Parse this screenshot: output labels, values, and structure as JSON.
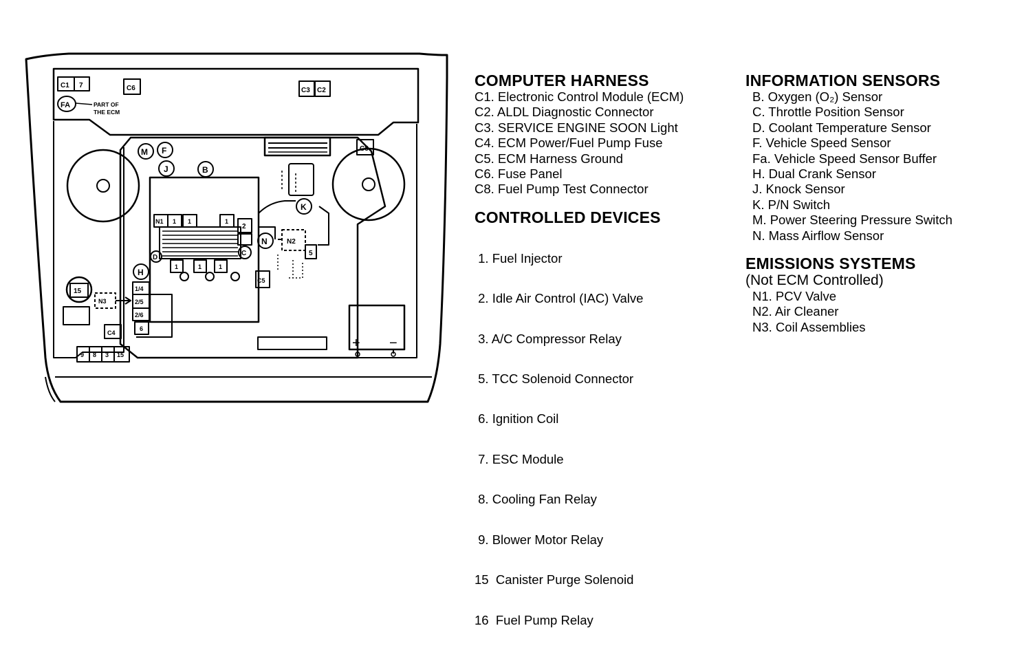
{
  "diagram": {
    "fa_note": [
      "PART OF",
      "THE ECM"
    ],
    "labels": {
      "c1": "C1",
      "c7": "7",
      "c6": "C6",
      "c3": "C3",
      "c2": "C2",
      "fa": "FA",
      "c8": "C8",
      "m": "M",
      "f": "F",
      "j": "J",
      "b": "B",
      "k": "K",
      "n": "N",
      "c": "C",
      "d": "D",
      "h": "H",
      "n1": "N1",
      "n2": "N2",
      "n3": "N3",
      "two": "2",
      "one": "1",
      "five": "5",
      "c5": "C5",
      "r14": "1/4",
      "r25": "2/5",
      "r26": "2/6",
      "six": "6",
      "c4": "C4",
      "fifteen": "15",
      "f9": "9",
      "f8": "8",
      "f3": "3",
      "f15": "15",
      "plus": "+",
      "minus": "−"
    }
  },
  "legend": {
    "computer_harness": {
      "heading": "COMPUTER HARNESS",
      "items": [
        "C1. Electronic Control Module (ECM)",
        "C2. ALDL Diagnostic Connector",
        "C3. SERVICE ENGINE SOON Light",
        "C4. ECM Power/Fuel Pump Fuse",
        "C5. ECM Harness Ground",
        "C6. Fuse Panel",
        "C8. Fuel Pump Test Connector"
      ]
    },
    "controlled_devices": {
      "heading": "CONTROLLED DEVICES",
      "items": [
        " 1. Fuel Injector",
        " 2. Idle Air Control (IAC) Valve",
        " 3. A/C Compressor Relay",
        " 5. TCC Solenoid Connector",
        " 6. Ignition Coil",
        " 7. ESC Module",
        " 8. Cooling Fan Relay",
        " 9. Blower Motor Relay",
        "15  Canister Purge Solenoid",
        "16  Fuel Pump Relay"
      ]
    },
    "information_sensors": {
      "heading": "INFORMATION SENSORS",
      "items": [
        "B. Oxygen (O₂) Sensor",
        "C. Throttle Position Sensor",
        "D. Coolant Temperature Sensor",
        "F. Vehicle Speed Sensor",
        "Fa. Vehicle Speed Sensor Buffer",
        "H. Dual Crank Sensor",
        "J. Knock Sensor",
        "K. P/N Switch",
        "M. Power Steering Pressure Switch",
        "N. Mass Airflow Sensor"
      ]
    },
    "emissions_systems": {
      "heading": "EMISSIONS SYSTEMS",
      "subheading": "(Not ECM Controlled)",
      "items": [
        "N1. PCV Valve",
        "N2. Air Cleaner",
        "N3. Coil Assemblies"
      ]
    }
  }
}
